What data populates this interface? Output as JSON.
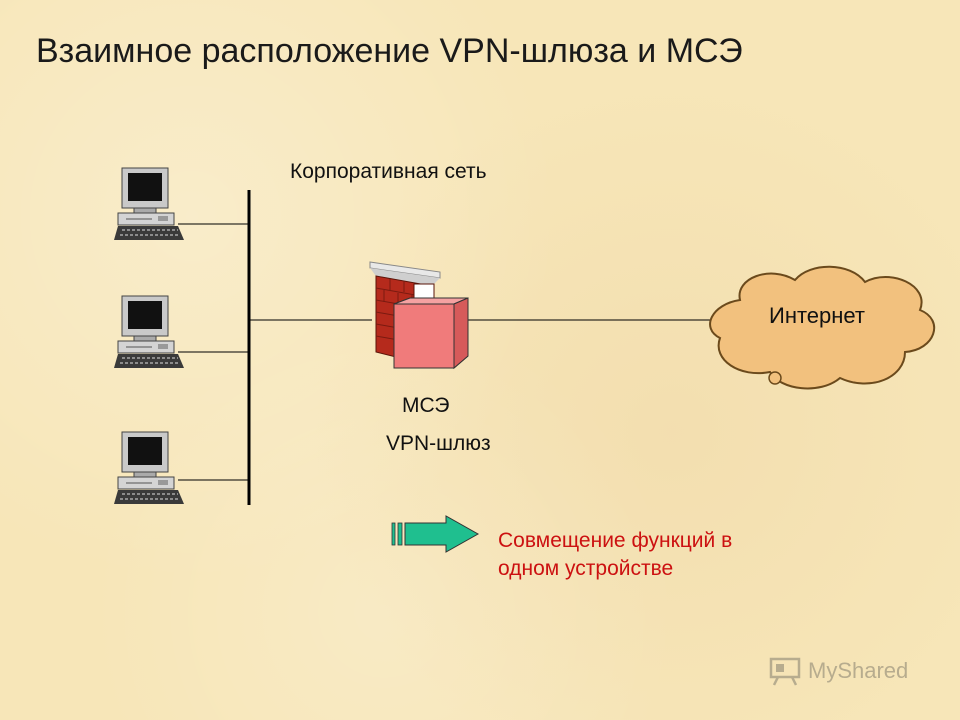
{
  "title": "Взаимное расположение VPN-шлюза и МСЭ",
  "labels": {
    "corporate_network": "Корпоративная сеть",
    "firewall": "МСЭ",
    "vpn_gateway": "VPN-шлюз",
    "internet": "Интернет"
  },
  "note": {
    "line1": "Совмещение функций в",
    "line2": "одном устройстве"
  },
  "watermark": "MyShared",
  "icons": [
    "computer-icon",
    "firewall-wall-icon",
    "vpn-gateway-box-icon",
    "internet-cloud-icon",
    "arrow-right-icon"
  ],
  "colors": {
    "background": "#f7e6b8",
    "note_text": "#cc1111",
    "gateway_box": "#f07b7b",
    "cloud": "#f2c17e",
    "arrow": "#1fbf8f"
  }
}
